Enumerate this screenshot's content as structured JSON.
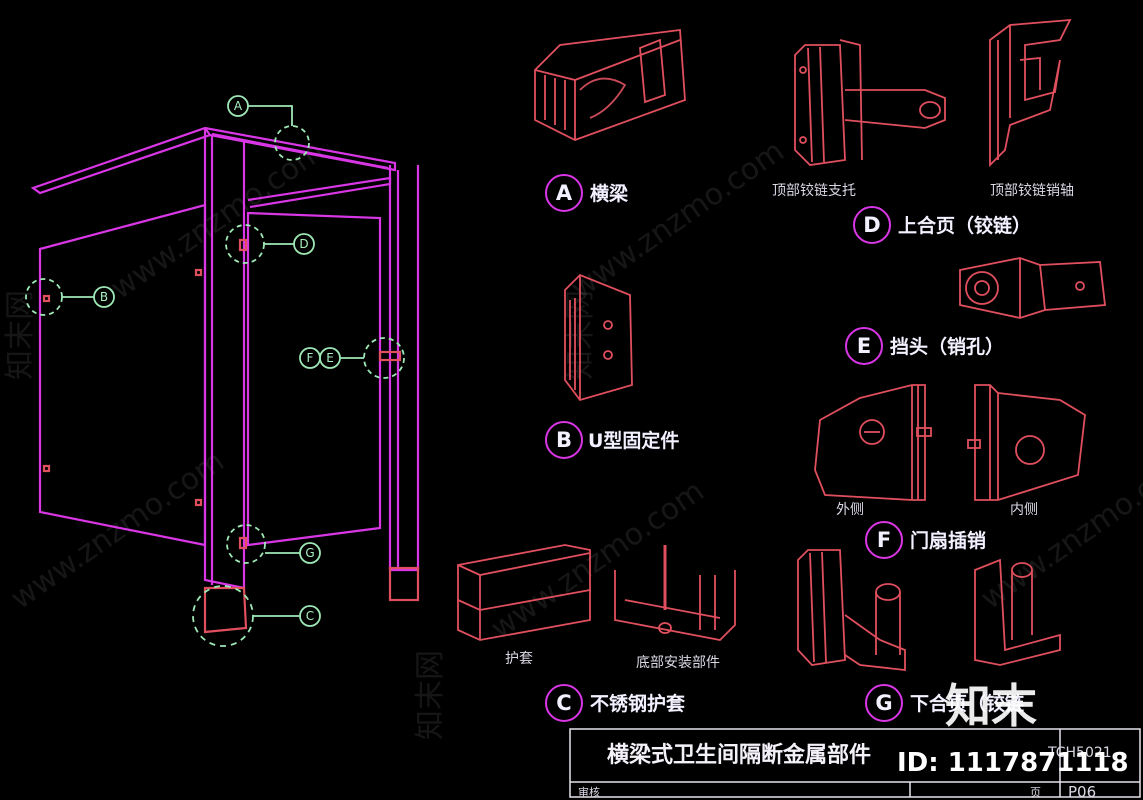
{
  "accent_magenta": "#d936e6",
  "accent_red": "#e04f5e",
  "callout_green": "#9ee8b6",
  "overview": {
    "callouts": [
      "A",
      "B",
      "C",
      "D",
      "G",
      "F",
      "E"
    ]
  },
  "parts": {
    "A": {
      "letter": "A",
      "title": "横梁"
    },
    "B": {
      "letter": "B",
      "title": "U型固定件"
    },
    "C": {
      "letter": "C",
      "title": "不锈钢护套",
      "sub1": "护套",
      "sub2": "底部安装部件"
    },
    "D": {
      "letter": "D",
      "title": "上合页（铰链）",
      "sub1": "顶部铰链支托",
      "sub2": "顶部铰链销轴"
    },
    "E": {
      "letter": "E",
      "title": "挡头（销孔）"
    },
    "F": {
      "letter": "F",
      "title": "门扇插销",
      "sub1": "外侧",
      "sub2": "内侧"
    },
    "G": {
      "letter": "G",
      "title": "下合页（铰链"
    }
  },
  "titleblock": {
    "title": "横梁式卫生间隔断金属部件",
    "drawing_no": "TCH5021",
    "left_cell": "审核",
    "right_cell1": "页",
    "sheet": "P06"
  },
  "watermark": {
    "text": "www.znzmo.com",
    "brand": "知末",
    "id": "ID: 1117871118",
    "brand_left": "知末网"
  }
}
